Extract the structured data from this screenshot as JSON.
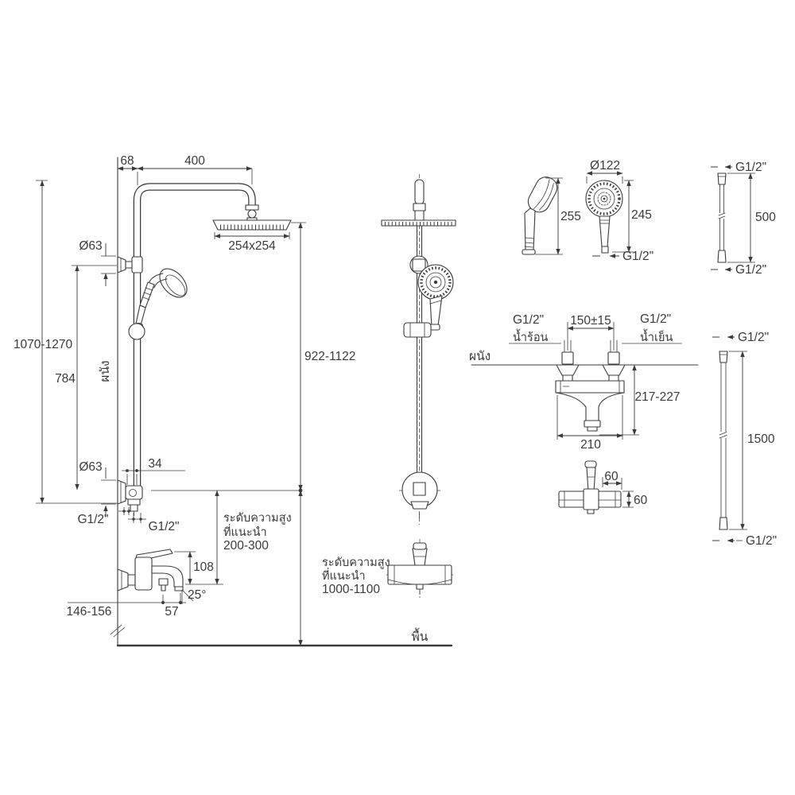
{
  "colors": {
    "line": "#3b3b3b",
    "background": "#ffffff"
  },
  "drawing": {
    "side_view": {
      "wall_label": "ผนัง",
      "dim_wall_to_pipe": "68",
      "dim_arm_length": "400",
      "dim_top_flange_dia": "Ø63",
      "dim_head_size": "254x254",
      "dim_overall_height": "1070-1270",
      "dim_holder_height": "784",
      "dim_bottom_flange_dia": "Ø63",
      "dim_outlet_offset": "34",
      "thread_wall": "G1/2\"",
      "thread_outlet": "G1/2\"",
      "note_height_1": "ระดับความสูง",
      "note_height_2": "ที่แนะนำ",
      "note_height_3": "200-300",
      "dim_mixer_height": "108",
      "dim_spout_angle": "25°",
      "dim_spout_reach": "57",
      "dim_wall_to_spout": "146-156"
    },
    "front_view": {
      "dim_column_height": "922-1122",
      "note_height_1": "ระดับความสูง",
      "note_height_2": "ที่แนะนำ",
      "note_height_3": "1000-1100",
      "floor_label": "พื้น"
    },
    "handshower": {
      "dim_head_dia": "Ø122",
      "dim_side_height": "255",
      "dim_front_height": "245",
      "thread": "G1/2\""
    },
    "hose_short": {
      "thread_top": "G1/2\"",
      "dim_length": "500",
      "thread_bottom": "G1/2\""
    },
    "mixer": {
      "thread_hot": "G1/2\"",
      "label_hot": "น้ำร้อน",
      "dim_inlet_spacing": "150±15",
      "thread_cold": "G1/2\"",
      "label_cold": "น้ำเย็น",
      "wall_label": "ผนัง",
      "dim_height": "217-227",
      "dim_width": "210",
      "dim_top_offset": "60",
      "dim_top_depth": "60"
    },
    "hose_long": {
      "thread_top": "G1/2\"",
      "dim_length": "1500",
      "thread_bottom": "G1/2\""
    }
  }
}
